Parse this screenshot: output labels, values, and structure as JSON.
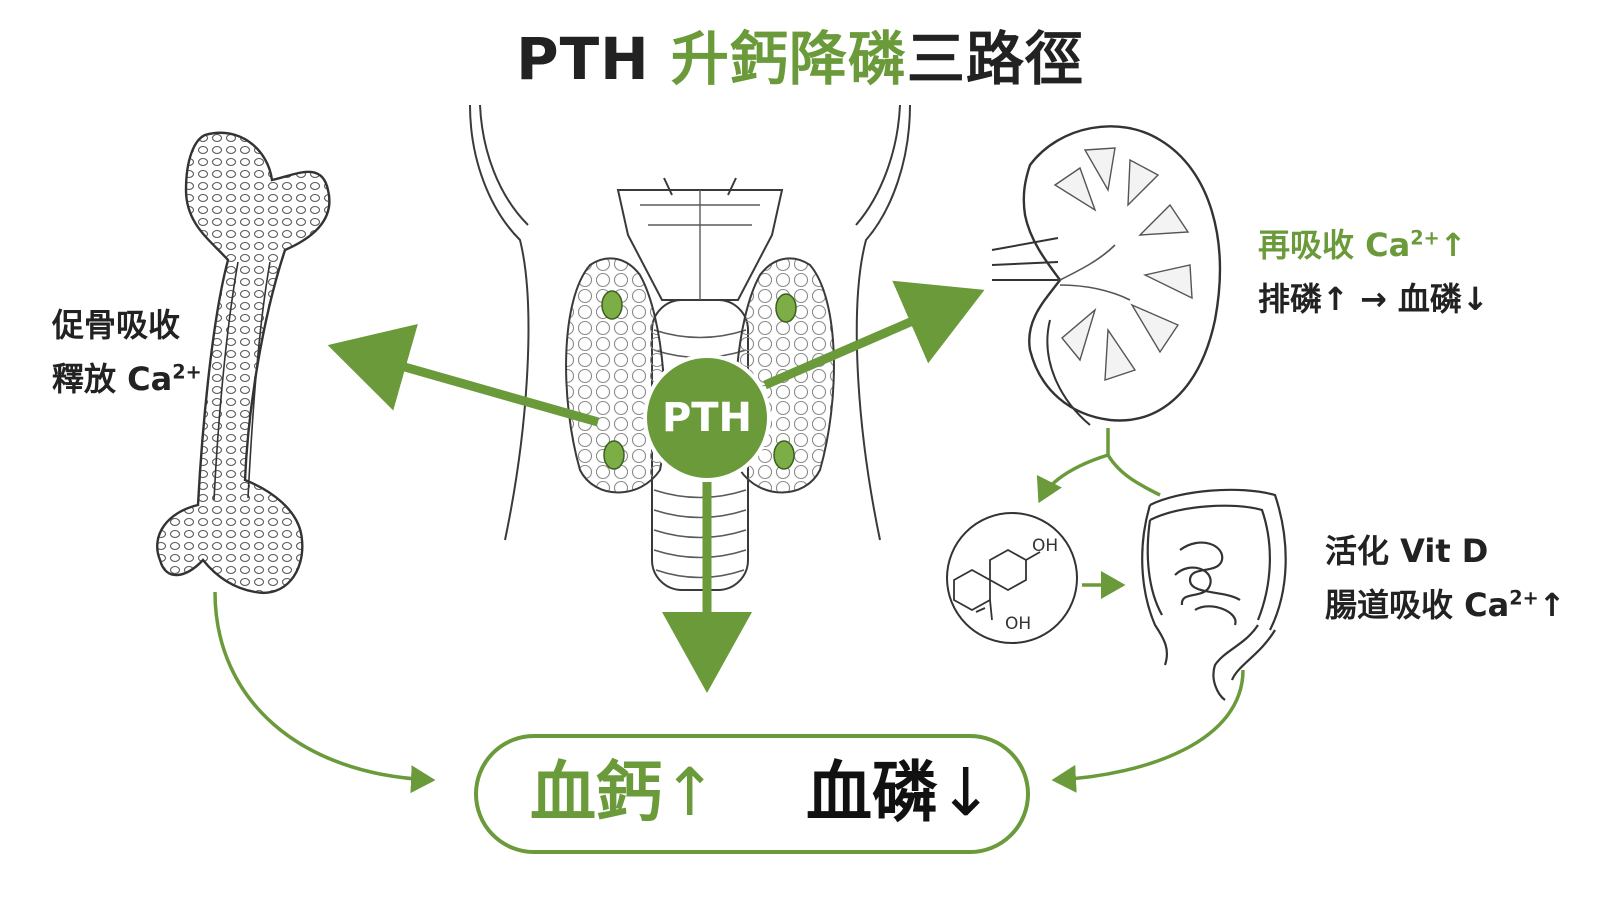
{
  "title": {
    "prefix": "PTH ",
    "highlight": "升鈣降磷",
    "suffix": "三路徑"
  },
  "hormone": {
    "label": "PTH"
  },
  "bone": {
    "line1": "促骨吸收",
    "line2_text": "釋放 Ca",
    "line2_sup": "2+"
  },
  "kidney": {
    "line1_text": "再吸收 Ca",
    "line1_sup": "2+",
    "line1_arrow": "↑",
    "line2": "排磷↑ → 血磷↓"
  },
  "intestine": {
    "line1": "活化 Vit D",
    "line2_text": "腸道吸收 Ca",
    "line2_sup": "2+",
    "line2_arrow": "↑"
  },
  "vitd_molecule": {
    "oh_top": "OH",
    "oh_bottom": "OH"
  },
  "result": {
    "calcium_text": "血鈣",
    "calcium_arrow": "↑",
    "phosphate_text": "血磷",
    "phosphate_arrow": "↓"
  },
  "colors": {
    "accent": "#6a9a3a",
    "gland": "#7cae45",
    "text": "#222222",
    "line": "#3a3a3a"
  }
}
